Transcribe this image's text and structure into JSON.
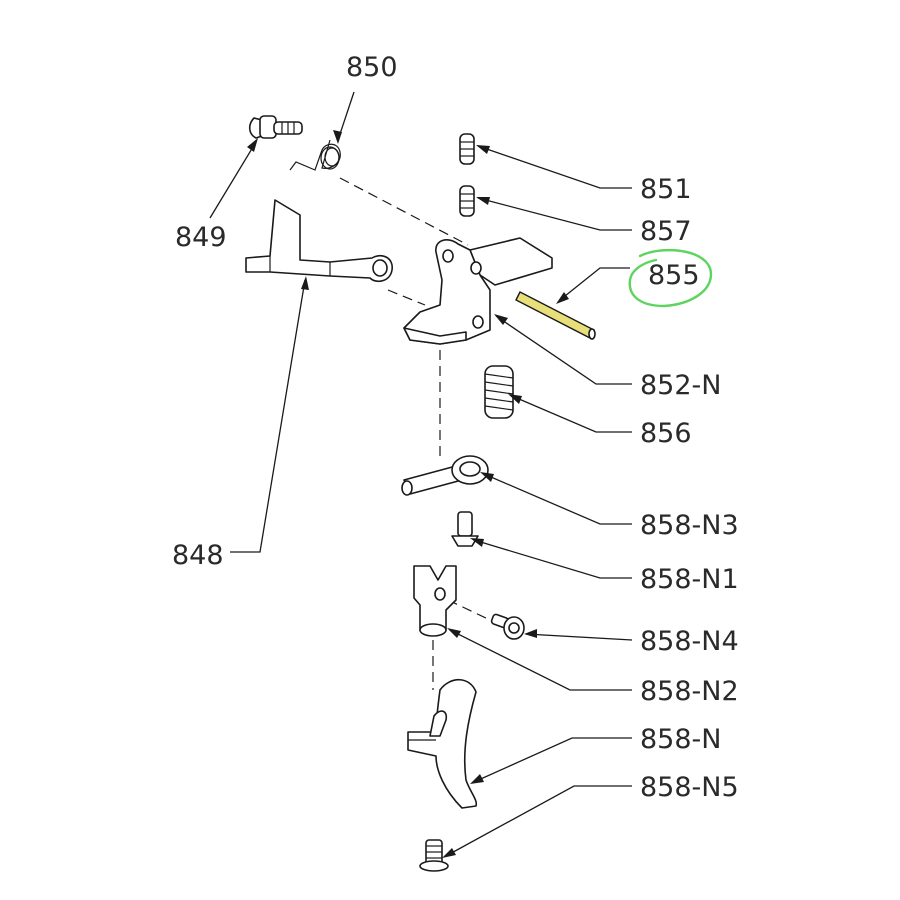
{
  "labels": {
    "p850": "850",
    "p849": "849",
    "p851": "851",
    "p857": "857",
    "p855": "855",
    "p852n": "852-N",
    "p856": "856",
    "p848": "848",
    "p858n3": "858-N3",
    "p858n1": "858-N1",
    "p858n4": "858-N4",
    "p858n2": "858-N2",
    "p858n": "858-N",
    "p858n5": "858-N5"
  },
  "colors": {
    "highlight_part": "#e8de7a",
    "highlight_circle": "#5ed45e",
    "ink": "#1a1a1a"
  }
}
